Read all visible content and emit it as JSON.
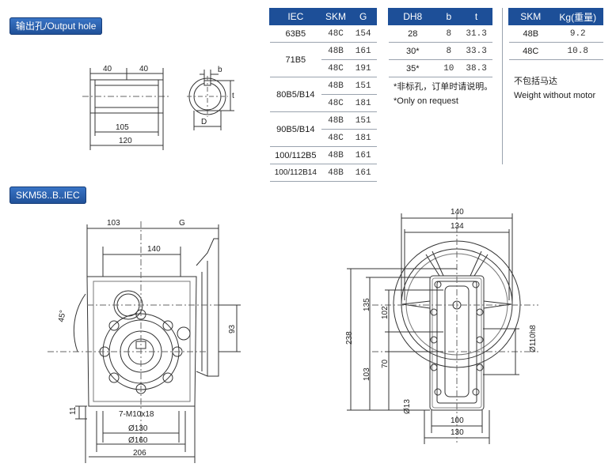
{
  "badges": {
    "output_hole": "输出孔/Output hole",
    "model": "SKM58..B..IEC"
  },
  "output_dims": {
    "d40a": "40",
    "d40b": "40",
    "d105": "105",
    "d120": "120",
    "b": "b",
    "t": "t",
    "D": "D"
  },
  "iec_table": {
    "headers": [
      "IEC",
      "SKM",
      "G"
    ],
    "rows": [
      {
        "iec": "63B5",
        "skm": "48C",
        "g": "154"
      },
      {
        "iec": "71B5",
        "skm": "48B",
        "g": "161"
      },
      {
        "iec": "",
        "skm": "48C",
        "g": "191"
      },
      {
        "iec": "80B5/B14",
        "skm": "48B",
        "g": "151"
      },
      {
        "iec": "",
        "skm": "48C",
        "g": "181"
      },
      {
        "iec": "90B5/B14",
        "skm": "48B",
        "g": "151"
      },
      {
        "iec": "",
        "skm": "48C",
        "g": "181"
      },
      {
        "iec": "100/112B5",
        "skm": "48B",
        "g": "161"
      },
      {
        "iec": "100/112B14",
        "skm": "48B",
        "g": "161"
      }
    ]
  },
  "bore_table": {
    "headers": [
      "DH8",
      "b",
      "t"
    ],
    "rows": [
      {
        "d": "28",
        "b": "8",
        "t": "31.3"
      },
      {
        "d": "30*",
        "b": "8",
        "t": "33.3"
      },
      {
        "d": "35*",
        "b": "10",
        "t": "38.3"
      }
    ],
    "notes": [
      "*非标孔，订单时请说明。",
      "*Only on request"
    ]
  },
  "weight_table": {
    "headers": [
      "SKM",
      "Kg(重量)"
    ],
    "rows": [
      {
        "skm": "48B",
        "kg": "9.2"
      },
      {
        "skm": "48C",
        "kg": "10.8"
      }
    ],
    "notes": [
      "不包括马达",
      "Weight without motor"
    ]
  },
  "side_view_dims": {
    "d103": "103",
    "G": "G",
    "d140": "140",
    "angle": "45°",
    "d93": "93",
    "holes": "7-M10x18",
    "d130": "Ø130",
    "d160": "Ø160",
    "d206": "206",
    "d11": "11"
  },
  "front_view_dims": {
    "d140": "140",
    "d134": "134",
    "d238": "238",
    "d135": "135",
    "d102": "102",
    "d103": "103",
    "d70": "70",
    "d13": "Ø13",
    "d100": "100",
    "d130": "130",
    "d110": "Ø110h8"
  }
}
